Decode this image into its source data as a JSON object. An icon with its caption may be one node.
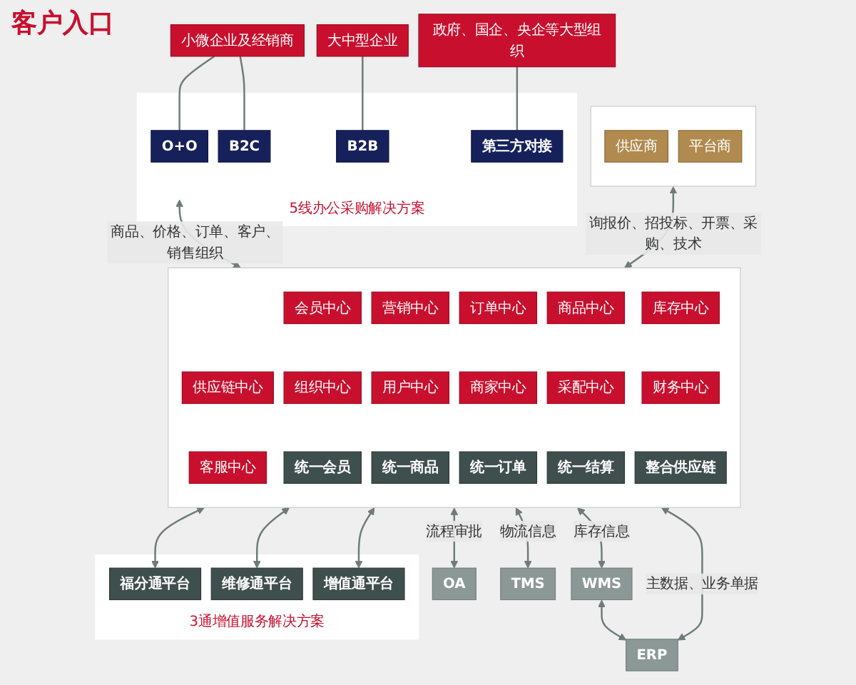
{
  "diagram": {
    "nodes": [
      {
        "text": [
          "小微企业及经销商"
        ]
      },
      {
        "text": [
          "大中型企业"
        ]
      },
      {
        "text": [
          "政府、国企、央企等大型组织"
        ]
      },
      {
        "text": [
          "5线办公采购解决方案"
        ]
      },
      {
        "text": [
          "O+O"
        ],
        "in": 3
      },
      {
        "text": [
          "B2C"
        ],
        "in": 3
      },
      {
        "text": [
          "B2B"
        ],
        "in": 3
      },
      {
        "text": [
          "第三方对接"
        ],
        "in": 3
      },
      {
        "text": [],
        "shape": "box"
      },
      {
        "text": [
          "供应商"
        ],
        "in": 8
      },
      {
        "text": [
          "平台商"
        ],
        "in": 8
      },
      {
        "text": [],
        "shape": "box"
      },
      {
        "text": [
          "会员中心"
        ],
        "in": 11
      },
      {
        "text": [
          "营销中心"
        ],
        "in": 11
      },
      {
        "text": [
          "订单中心"
        ],
        "in": 11
      },
      {
        "text": [
          "商品中心"
        ],
        "in": 11
      },
      {
        "text": [
          "库存中心"
        ],
        "in": 11
      },
      {
        "text": [
          "供应链中心"
        ],
        "in": 11
      },
      {
        "text": [
          "组织中心"
        ],
        "in": 11
      },
      {
        "text": [
          "用户中心"
        ],
        "in": 11
      },
      {
        "text": [
          "商家中心"
        ],
        "in": 11
      },
      {
        "text": [
          "采配中心"
        ],
        "in": 11
      },
      {
        "text": [
          "财务中心"
        ],
        "in": 11
      },
      {
        "text": [
          "客服中心"
        ],
        "in": 11
      },
      {
        "text": [
          "统一会员"
        ],
        "in": 11
      },
      {
        "text": [
          "统一商品"
        ],
        "in": 11
      },
      {
        "text": [
          "统一订单"
        ],
        "in": 11
      },
      {
        "text": [
          "统一结算"
        ],
        "in": 11
      },
      {
        "text": [
          "整合供应链"
        ],
        "in": 11
      },
      {
        "text": [
          "3通增值服务解决方案"
        ]
      },
      {
        "text": [
          "福分通平台"
        ],
        "in": 29
      },
      {
        "text": [
          "维修通平台"
        ],
        "in": 29
      },
      {
        "text": [
          "增值通平台"
        ],
        "in": 29
      },
      {
        "text": [
          "WMS"
        ]
      },
      {
        "text": [
          "ERP"
        ]
      },
      {
        "text": [
          "OA"
        ]
      },
      {
        "text": [
          "TMS"
        ]
      }
    ],
    "edges": [
      {
        "from": 0,
        "to": 4,
        "arrow": "none"
      },
      {
        "from": 0,
        "to": 5,
        "arrow": "none"
      },
      {
        "from": 1,
        "to": 6,
        "arrow": "none"
      },
      {
        "from": 2,
        "to": 7,
        "arrow": "none"
      },
      {
        "from": 3,
        "to": 11,
        "arrow": "both",
        "label": "商品、价格、订单、客户、销售组织"
      },
      {
        "from": 8,
        "to": 11,
        "arrow": "both",
        "label": "询报价、招投标、开票、采购、技术"
      },
      {
        "from": 11,
        "to": 30,
        "arrow": "both"
      },
      {
        "from": 11,
        "to": 31,
        "arrow": "both"
      },
      {
        "from": 11,
        "to": 32,
        "arrow": "both"
      },
      {
        "from": 11,
        "to": 33,
        "arrow": "both",
        "label": "库存信息"
      },
      {
        "from": 11,
        "to": 34,
        "arrow": "both",
        "label": "主数据、业务单据"
      },
      {
        "from": 11,
        "to": 35,
        "arrow": "both",
        "label": "流程审批"
      },
      {
        "from": 11,
        "to": 36,
        "arrow": "both",
        "label": "物流信息"
      },
      {
        "from": 33,
        "to": 34,
        "arrow": "both"
      }
    ],
    "labels": [
      "客户入口"
    ]
  }
}
